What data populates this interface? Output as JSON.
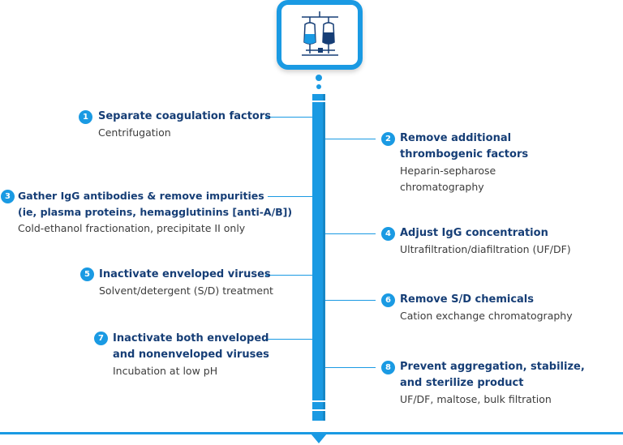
{
  "steps": [
    {
      "number": "1",
      "title_lines": [
        "Separate coagulation factors"
      ],
      "desc_lines": [
        "Centrifugation"
      ]
    },
    {
      "number": "2",
      "title_lines": [
        "Remove additional",
        "thrombogenic factors"
      ],
      "desc_lines": [
        "Heparin-sepharose",
        "chromatography"
      ]
    },
    {
      "number": "3",
      "title_lines": [
        "Gather IgG antibodies & remove impurities",
        "(ie, plasma proteins, hemagglutinins [anti-A/B])"
      ],
      "desc_lines": [
        "Cold-ethanol fractionation, precipitate II only"
      ]
    },
    {
      "number": "4",
      "title_lines": [
        "Adjust IgG concentration"
      ],
      "desc_lines": [
        "Ultrafiltration/diafiltration (UF/DF)"
      ]
    },
    {
      "number": "5",
      "title_lines": [
        "Inactivate enveloped viruses"
      ],
      "desc_lines": [
        "Solvent/detergent (S/D) treatment"
      ]
    },
    {
      "number": "6",
      "title_lines": [
        "Remove S/D chemicals"
      ],
      "desc_lines": [
        "Cation exchange chromatography"
      ]
    },
    {
      "number": "7",
      "title_lines": [
        "Inactivate both enveloped",
        "and nonenveloped viruses"
      ],
      "desc_lines": [
        "Incubation at low pH"
      ]
    },
    {
      "number": "8",
      "title_lines": [
        "Prevent aggregation, stabilize,",
        "and sterilize product"
      ],
      "desc_lines": [
        "UF/DF, maltose, bulk filtration"
      ]
    }
  ],
  "icon": "plasma-bags-icon",
  "colors": {
    "accent": "#1a9ae3",
    "title": "#163e76",
    "text": "#3c3c3c"
  }
}
